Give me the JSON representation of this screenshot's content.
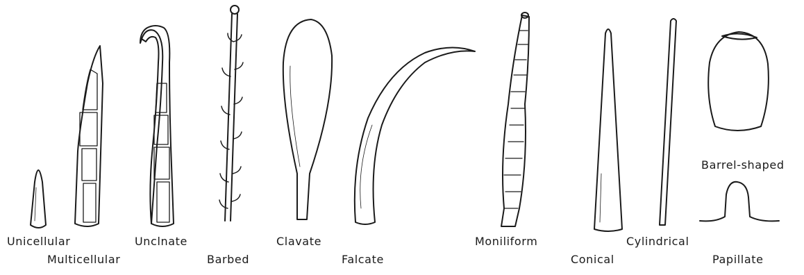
{
  "figure": {
    "hair_types": [
      {
        "id": "unicellular",
        "label": "Unicellular"
      },
      {
        "id": "multicellular",
        "label": "Multicellular"
      },
      {
        "id": "uncinate",
        "label": "Unclnate"
      },
      {
        "id": "barbed",
        "label": "Barbed"
      },
      {
        "id": "clavate",
        "label": "Clavate"
      },
      {
        "id": "falcate",
        "label": "Falcate"
      },
      {
        "id": "moniliform",
        "label": "Moniliform"
      },
      {
        "id": "conical",
        "label": "Conical"
      },
      {
        "id": "cylindrical",
        "label": "Cylindrical"
      },
      {
        "id": "barrel-shaped",
        "label": "Barrel-shaped"
      },
      {
        "id": "papillate",
        "label": "Papillate"
      }
    ]
  }
}
